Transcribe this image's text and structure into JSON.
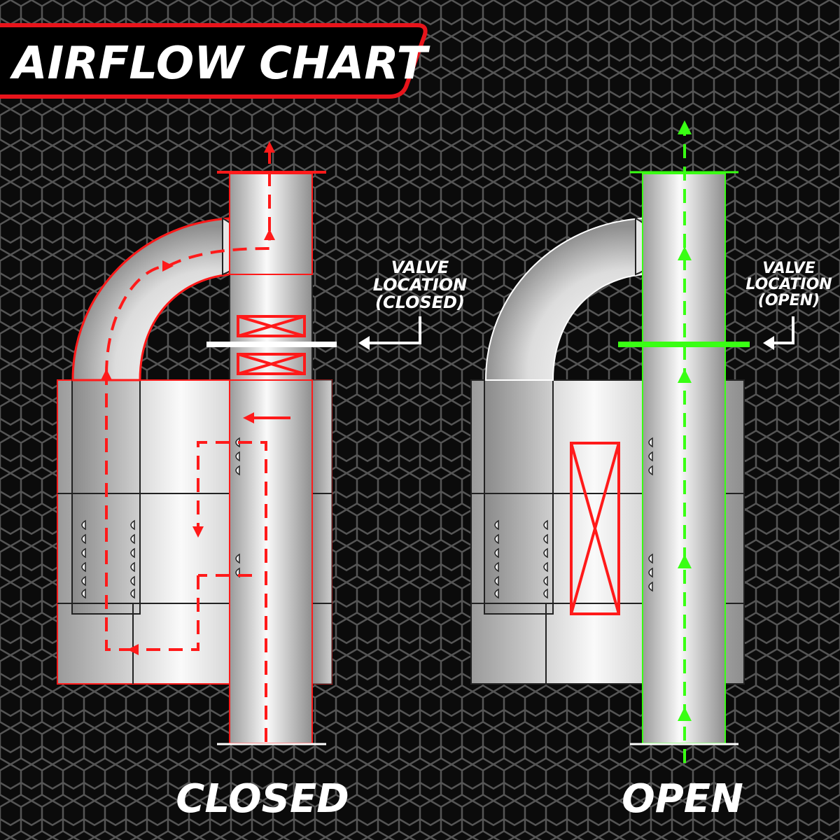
{
  "title": "AIRFLOW CHART",
  "colors": {
    "closed_accent": "#ff1a1a",
    "open_accent": "#39ff14",
    "background": "#0a0a0a",
    "title_border": "#e8141b"
  },
  "closed": {
    "label": "CLOSED",
    "valve_label": [
      "VALVE",
      "LOCATION",
      "(CLOSED)"
    ]
  },
  "open": {
    "label": "OPEN",
    "valve_label": [
      "VALVE",
      "LOCATION",
      "(OPEN)"
    ]
  }
}
